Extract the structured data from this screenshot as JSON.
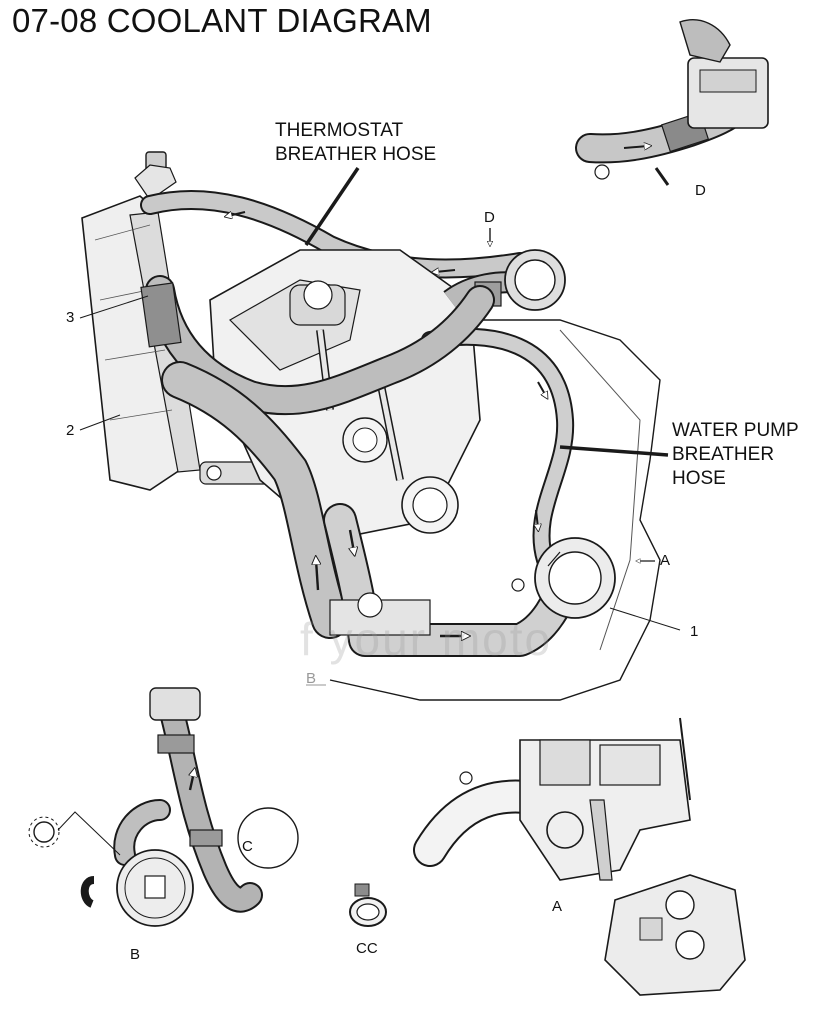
{
  "title": "07-08 COOLANT DIAGRAM",
  "callouts": {
    "thermostat_line1": "THERMOSTAT",
    "thermostat_line2": "BREATHER HOSE",
    "waterpump_line1": "WATER PUMP",
    "waterpump_line2": "BREATHER",
    "waterpump_line3": "HOSE"
  },
  "labels": {
    "n1": "1",
    "n2": "2",
    "n3": "3",
    "a_right": "A",
    "a_bottom": "A",
    "b_flow": "B",
    "b_bottom": "B",
    "c": "C",
    "cc": "CC",
    "d_top": "D",
    "d_arrow": "D"
  },
  "watermark": "f your moto",
  "colors": {
    "line": "#1a1a1a",
    "hose_fill": "#bdbdbd",
    "hose_dark": "#8c8c8c",
    "part_fill": "#e9e9e9",
    "background": "#ffffff"
  }
}
